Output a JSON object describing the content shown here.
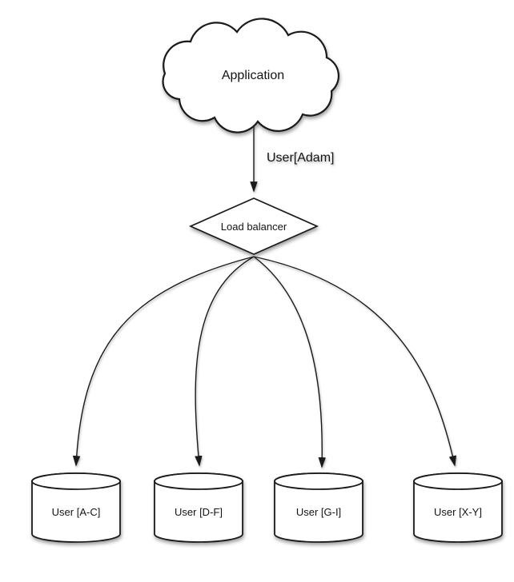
{
  "diagram": {
    "background_color": "#ffffff",
    "stroke_color": "#1a1a1a",
    "fill_color": "#ffffff",
    "text_color": "#141414",
    "nodes": {
      "application": {
        "label": "Application",
        "shape": "cloud"
      },
      "load_balancer": {
        "label": "Load balancer",
        "shape": "diamond"
      },
      "db_a_c": {
        "label": "User [A-C]",
        "shape": "cylinder"
      },
      "db_d_f": {
        "label": "User [D-F]",
        "shape": "cylinder"
      },
      "db_g_i": {
        "label": "User [G-I]",
        "shape": "cylinder"
      },
      "db_x_y": {
        "label": "User [X-Y]",
        "shape": "cylinder"
      }
    },
    "edges": [
      {
        "from": "application",
        "to": "load_balancer",
        "label": "User[Adam]"
      },
      {
        "from": "load_balancer",
        "to": "db_a_c",
        "label": ""
      },
      {
        "from": "load_balancer",
        "to": "db_d_f",
        "label": ""
      },
      {
        "from": "load_balancer",
        "to": "db_g_i",
        "label": ""
      },
      {
        "from": "load_balancer",
        "to": "db_x_y",
        "label": ""
      }
    ]
  }
}
